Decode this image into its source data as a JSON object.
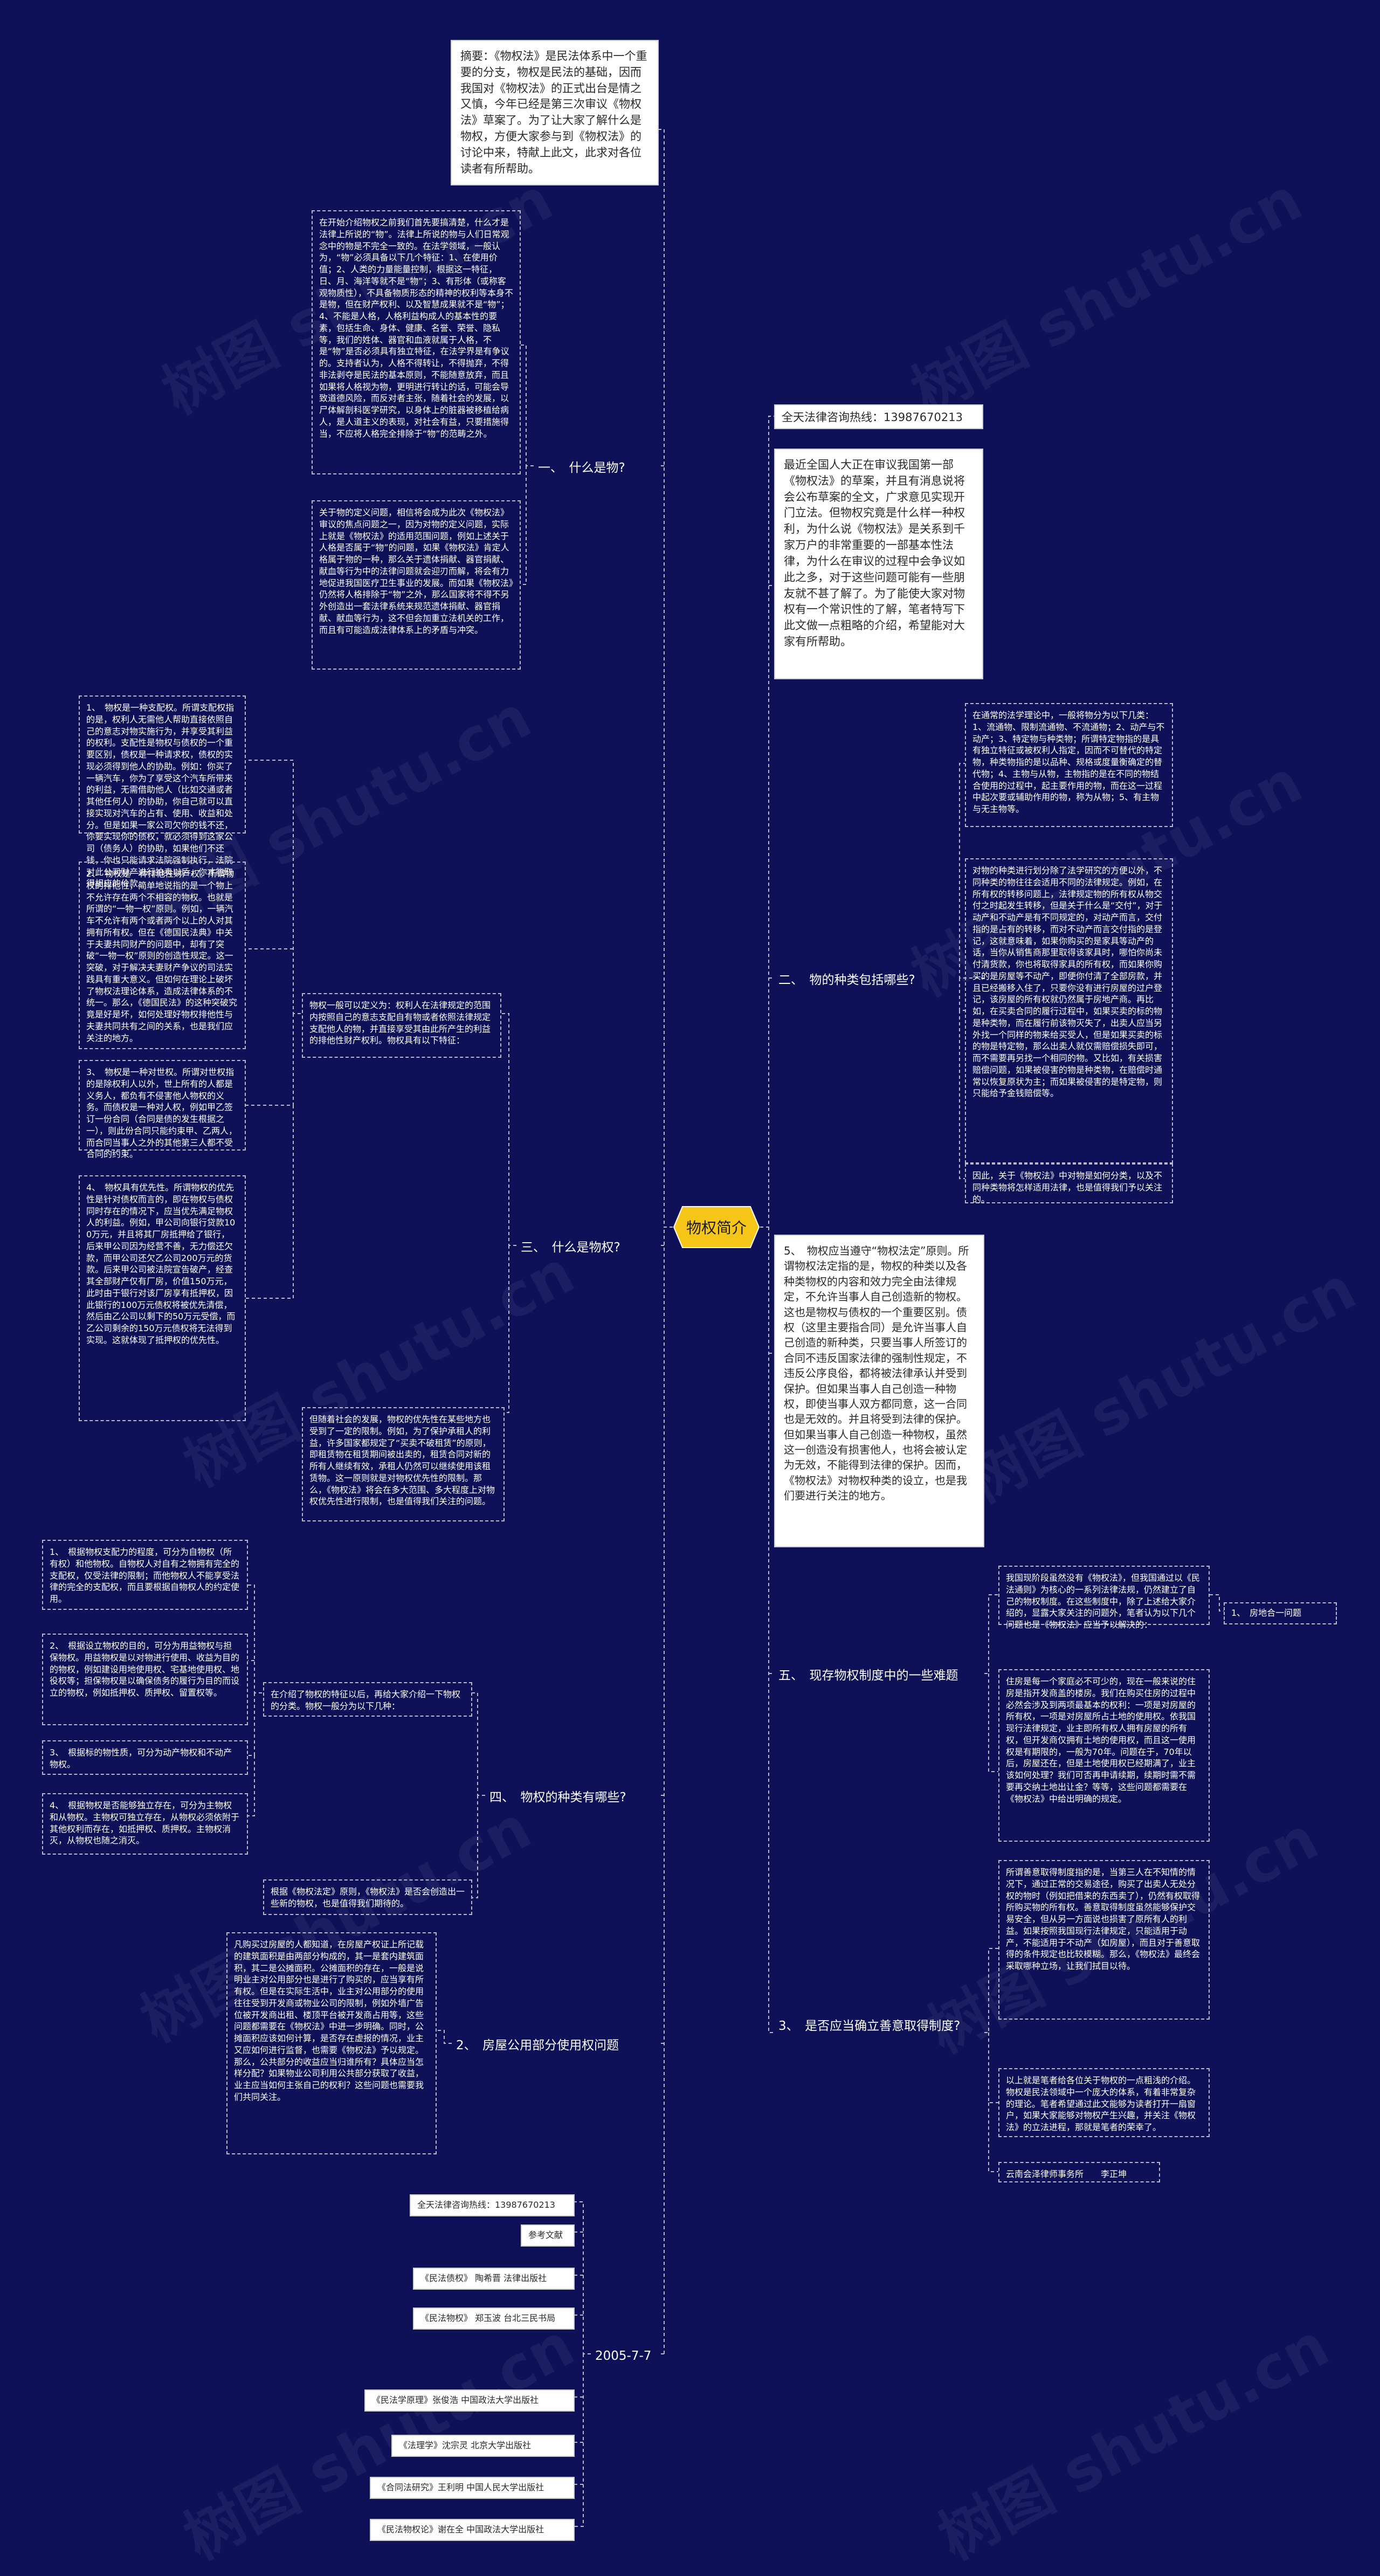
{
  "watermark": "树图 shutu.cn",
  "colors": {
    "background": "#0e1158",
    "center_fill": "#f5c518",
    "line": "#b9b9c8"
  },
  "center": "物权简介",
  "abstract": "摘要：《物权法》是民法体系中一个重要的分支，物权是民法的基础，因而我国对《物权法》的正式出台是情之又慎，今年已经是第三次审议《物权法》草案了。为了让大家了解什么是物权，方便大家参与到《物权法》的讨论中来，特献上此文，此求对各位读者有所帮助。",
  "hotline": "全天法律咨询热线：13987670213",
  "intro": "最近全国人大正在审议我国第一部《物权法》的草案，并且有消息说将会公布草案的全文，广求意见实现开门立法。但物权究竟是什么样一种权利，为什么说《物权法》是关系到千家万户的非常重要的一部基本性法律，为什么在审议的过程中会争议如此之多，对于这些问题可能有一些朋友就不甚了解了。为了能使大家对物权有一个常识性的了解，笔者特写下此文做一点粗略的介绍，希望能对大家有所帮助。",
  "sec1": {
    "label": "一、　什么是物?",
    "d1": "在开始介绍物权之前我们首先要搞清楚，什么才是法律上所说的“物”。法律上所说的物与人们日常观念中的物是不完全一致的。在法学领域，一般认为，“物”必须具备以下几个特征：1、在使用价值；2、人类的力量能量控制，根据这一特征，日、月、海洋等就不是“物”；3、有形体（或称客观物质性），不具备物质形态的精神的权利等本身不是物，但在财产权利、以及智慧成果就不是“物”；4、不能是人格，人格利益构成人的基本性的要素，包括生命、身体、健康、名誉、荣誉、隐私等，我们的姓体、器官和血液就属于人格，不是“物”是否必须具有独立特征，在法学界是有争议的。支持者认为，人格不得转让，不得抛弃，不得非法剥夺是民法的基本原则，不能随意放弃，而且如果将人格视为物，更明进行转让的话，可能会导致道德风险，而反对者主张，随着社会的发展，以尸体解剖科医学研究，以身体上的脏器被移植给病人，是人道主义的表现，对社会有益，只要措施得当，不应将人格完全排除于“物”的范畴之外。",
    "d2": "关于物的定义问题，相信将会成为此次《物权法》审议的焦点问题之一，因为对物的定义问题，实际上就是《物权法》的适用范围问题，例如上述关于人格是否属于“物”的问题，如果《物权法》肯定人格属于物的一种，那么关于遗体捐献、器官捐献、献血等行为中的法律问题就会迎刃而解，将会有力地促进我国医疗卫生事业的发展。而如果《物权法》仍然将人格排除于“物”之外，那么国家将不得不另外创造出一套法律系统来规范遗体捐献、器官捐献、献血等行为，这不但会加重立法机关的工作，而且有可能造成法律体系上的矛盾与冲突。"
  },
  "sec2": {
    "label": "二、　物的种类包括哪些?",
    "d1": "在通常的法学理论中，一般将物分为以下几类：1、流通物、限制流通物、不流通物；2、动产与不动产；3、特定物与种类物；所谓特定物指的是具有独立特征或被权利人指定，因而不可替代的特定物，种类物指的是以品种、规格或度量衡确定的替代物；4、主物与从物，主物指的是在不同的物结合使用的过程中，起主要作用的物，而在这一过程中起次要或辅助作用的物，称为从物；5、有主物与无主物等。",
    "d2": "对物的种类进行划分除了法学研究的方便以外，不同种类的物往往会适用不同的法律规定。例如，在所有权的转移问题上，法律规定物的所有权从物交付之时起发生转移，但是关于什么是“交付”，对于动产和不动产是有不同规定的，对动产而言，交付指的是占有的转移，而对不动产而言交付指的是登记，这就意味着，如果你购买的是家具等动产的话，当你从销售商那里取得该家具时，哪怕你尚未付清货款，你也将取得家具的所有权，而如果你购买的是房屋等不动产，即便你付清了全部房款，并且已经搬移入住了，只要你没有进行房屋的过户登记，该房屋的所有权就仍然属于房地产商。再比如，在买卖合同的履行过程中，如果买卖的标的物是种类物，而在履行前该物灭失了，出卖人应当另外找一个同样的物来给买受人，但是如果买卖的标的物是特定物，那么出卖人就仅需赔偿损失即可，而不需要再另找一个相同的物。又比如，有关损害赔偿问题，如果被侵害的物是种类物，在赔偿时通常以恢复原状为主；而如果被侵害的是特定物，则只能给予金钱赔偿等。",
    "d3": "因此，关于《物权法》中对物是如何分类，以及不同种类物将怎样适用法律，也是值得我们予以关注的。"
  },
  "sec3": {
    "label": "三、　什么是物权?",
    "intro": "物权一般可以定义为：权利人在法律规定的范围内按照自己的意志支配自有物或者依照法律规定支配他人的物，并直接享受其由此所产生的利益的排他性财产权利。物权具有以下特征：",
    "p1": "1、　物权是一种支配权。所谓支配权指的是，权利人无需他人帮助直接依照自己的意志对物实施行为，并享受其利益的权利。支配性是物权与债权的一个重要区别，债权是一种请求权，债权的实现必须得到他人的协助。例如：你买了一辆汽车，你为了享受这个汽车所带来的利益，无需借助他人（比如交通或者其他任何人）的协助，你自己就可以直接实现对汽车的占有、使用、收益和处分。但是如果一家公司欠你的钱不还，你要实现你的债权，就必须得到这家公司（债务人）的协助，如果他们不还钱，你也只能请求法院强制执行，法院对此公司财产进行拍卖以后，你才能取得相应的价款。",
    "p2": "2、　物权是一种排他性财产权。所谓物权的排他性，简单地说指的是一个物上不允许存在两个不相容的物权。也就是所谓的“一物一权”原则。例如，一辆汽车不允许有两个或者两个以上的人对其拥有所有权。但在《德国民法典》中关于夫妻共同财产的问题中，却有了突破“一物一权”原则的创造性规定。这一突破，对于解决夫妻财产争议的司法实践具有重大意义。但如何在理论上破坏了物权法理论体系，造成法律体系的不统一。那么，《德国民法》的这种突破究竟是好是坏，如何处理好物权排他性与夫妻共同共有之间的关系，也是我们应关注的地方。",
    "p3": "3、　物权是一种对世权。所谓对世权指的是除权利人以外，世上所有的人都是义务人，都负有不侵害他人物权的义务。而债权是一种对人权，例如甲乙签订一份合同（合同是债的发生根据之一），则此份合同只能约束甲、乙两人，而合同当事人之外的其他第三人都不受合同的约束。",
    "p4": "4、　物权具有优先性。所谓物权的优先性是针对债权而言的，即在物权与债权同时存在的情况下，应当优先满足物权人的利益。例如，甲公司向银行贷款100万元，并且将其厂房抵押给了银行，后来甲公司因为经营不善，无力偿还欠款，而甲公司还欠乙公司200万元的货款。后来甲公司被法院宣告破产，经查其全部财产仅有厂房，价值150万元，此时由于银行对该厂房享有抵押权，因此银行的100万元债权将被优先清偿，然后由乙公司以剩下的50万元受偿，而乙公司剩余的150万元债权将无法得到实现。这就体现了抵押权的优先性。",
    "p5": "但随着社会的发展，物权的优先性在某些地方也受到了一定的限制。例如，为了保护承租人的利益，许多国家都规定了“买卖不破租赁”的原则，即租赁物在租赁期间被出卖的，租赁合同对新的所有人继续有效，承租人仍然可以继续使用该租赁物。这一原则就是对物权优先性的限制。那么，《物权法》将会在多大范围、多大程度上对物权优先性进行限制，也是值得我们关注的问题。"
  },
  "sec4": {
    "label": "四、　物权的种类有哪些?",
    "intro": "在介绍了物权的特征以后，再给大家介绍一下物权的分类。物权一般分为以下几种：",
    "c1": "1、　根据物权支配力的程度，可分为自物权（所有权）和他物权。自物权人对自有之物拥有完全的支配权，仅受法律的限制；而他物权人不能享受法律的完全的支配权，而且要根据自物权人的约定使用。",
    "c2": "2、　根据设立物权的目的，可分为用益物权与担保物权。用益物权是以对物进行使用、收益为目的的物权，例如建设用地使用权、宅基地使用权、地役权等；担保物权是以确保债务的履行为目的而设立的物权，例如抵押权、质押权、留置权等。",
    "c3": "3、　根据标的物性质，可分为动产物权和不动产物权。",
    "c4": "4、　根据物权是否能够独立存在，可分为主物权和从物权。主物权可独立存在，从物权必须依附于其他权利而存在，如抵押权、质押权。主物权消灭，从物权也随之消灭。",
    "law": "根据《物权法定》原则，《物权法》是否会创造出一些新的物权，也是值得我们期待的。"
  },
  "sec5": {
    "label": "5、　物权应当遵守“物权法定”原则。所谓物权法定指的是，物权的种类以及各种类物权的内容和效力完全由法律规定，不允许当事人自己创造新的物权。这也是物权与债权的一个重要区别。债权（这里主要指合同）是允许当事人自己创造的新种类，只要当事人所签订的合同不违反国家法律的强制性规定，不违反公序良俗，都将被法律承认并受到保护。但如果当事人自己创造一种物权，即使当事人双方都同意，这一合同也是无效的。并且将受到法律的保护。但如果当事人自己创造一种物权，虽然这一创造没有损害他人，也将会被认定为无效，不能得到法律的保护。因而，《物权法》对物权种类的设立，也是我们要进行关注的地方。"
  },
  "sec6": {
    "label": "五、　现存物权制度中的一些难题",
    "d1": "我国现阶段虽然没有《物权法》，但我国通过以《民法通则》为核心的一系列法律法规，仍然建立了自己的物权制度。在这些制度中，除了上述给大家介绍的，显露大家关注的问题外，笔者认为以下几个问题也是《物权法》应当予以解决的：",
    "leaf1": "1、　房地合一问题",
    "d2": "住房是每一个家庭必不可少的，现在一般来说的住房是指开发商盖的楼房。我们在购买住房的过程中必然会涉及到两项最基本的权利：一项是对房屋的所有权，一项是对房屋所占土地的使用权。依我国现行法律规定，业主即所有权人拥有房屋的所有权，但开发商仅拥有土地的使用权，而且这一使用权是有期限的，一般为70年。问题在于，70年以后，房屋还在，但是土地使用权已经期满了，业主该如何处理？我们可否再申请续期，续期时需不需要再交纳土地出让金？等等，这些问题都需要在《物权法》中给出明确的规定。",
    "d3": "所谓善意取得制度指的是，当第三人在不知情的情况下，通过正常的交易途径，购买了出卖人无处分权的物时（例如把借来的东西卖了），仍然有权取得所购买物的所有权。善意取得制度虽然能够保护交易安全，但从另一方面说也损害了原所有人的利益。如果按照我国现行法律规定，只能适用于动产，不能适用于不动产（如房屋），而且对于善意取得的条件规定也比较模糊。那么，《物权法》最终会采取哪种立场，让我们拭目以待。",
    "d4": "以上就是笔者给各位关于物权的一点粗浅的介绍。物权是民法领域中一个庞大的体系，有着非常复杂的理论。笔者希望通过此文能够为读者打开一扇窗户，如果大家能够对物权产生兴趣，并关注《物权法》的立法进程，那就是笔者的荣幸了。",
    "d5": "云南会泽律师事务所　　李正坤"
  },
  "sec7": {
    "label": "3、　是否应当确立善意取得制度?"
  },
  "sec8": {
    "label": "2、　房屋公用部分使用权问题",
    "d1": "凡购买过房屋的人都知道，在房屋产权证上所记载的建筑面积是由两部分构成的，其一是套内建筑面积，其二是公摊面积。公摊面积的存在，一般是说明业主对公用部分也是进行了购买的，应当享有所有权。但是在实际生活中，业主对公用部分的使用往往受到开发商或物业公司的限制，例如外墙广告位被开发商出租、楼顶平台被开发商占用等，这些问题都需要在《物权法》中进一步明确。同时，公摊面积应该如何计算，是否存在虚报的情况，业主又应如何进行监督，也需要《物权法》予以规定。那么，公共部分的收益应当归谁所有？具体应当怎样分配？如果物业公司利用公共部分获取了收益，业主应当如何主张自己的权利？这些问题也需要我们共同关注。"
  },
  "sec9": {
    "label": "2005-7-7",
    "refs": [
      "全天法律咨询热线：13987670213",
      "参考文献",
      "《民法债权》 陶希晋 法律出版社",
      "《民法物权》 郑玉波 台北三民书局",
      "《民法学原理》张俊浩 中国政法大学出版社",
      "《法理学》沈宗灵 北京大学出版社",
      "《合同法研究》王利明 中国人民大学出版社",
      "《民法物权论》谢在全 中国政法大学出版社"
    ]
  }
}
